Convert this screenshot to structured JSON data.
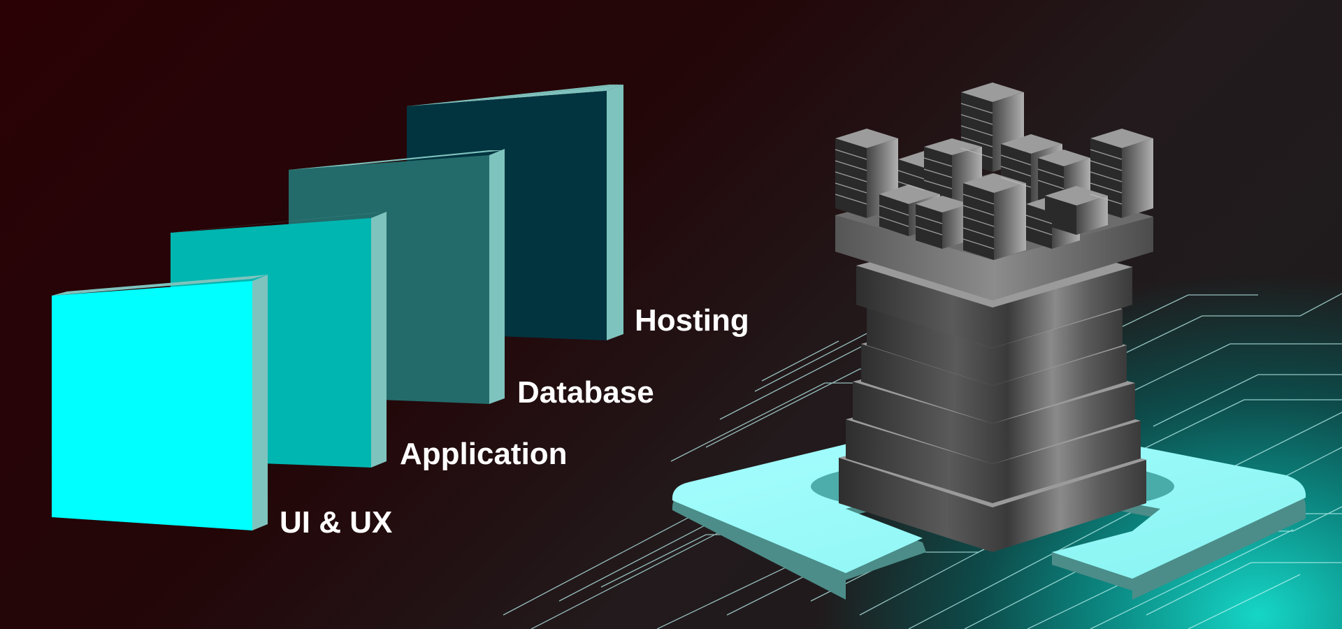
{
  "layers": [
    {
      "label": "UI & UX"
    },
    {
      "label": "Application"
    },
    {
      "label": "Database"
    },
    {
      "label": "Hosting"
    }
  ],
  "colors": {
    "ui_ux_panel": "#00ffff",
    "application_panel": "#00b6b0",
    "database_panel": "#236b6a",
    "hosting_panel": "#023440",
    "panel_edge": "#7fc3be",
    "base_plate": "#9cfdfd",
    "tower_gray": "#7a7a7a"
  },
  "icons": [
    "server-tower-icon",
    "circuit-lines-icon"
  ]
}
